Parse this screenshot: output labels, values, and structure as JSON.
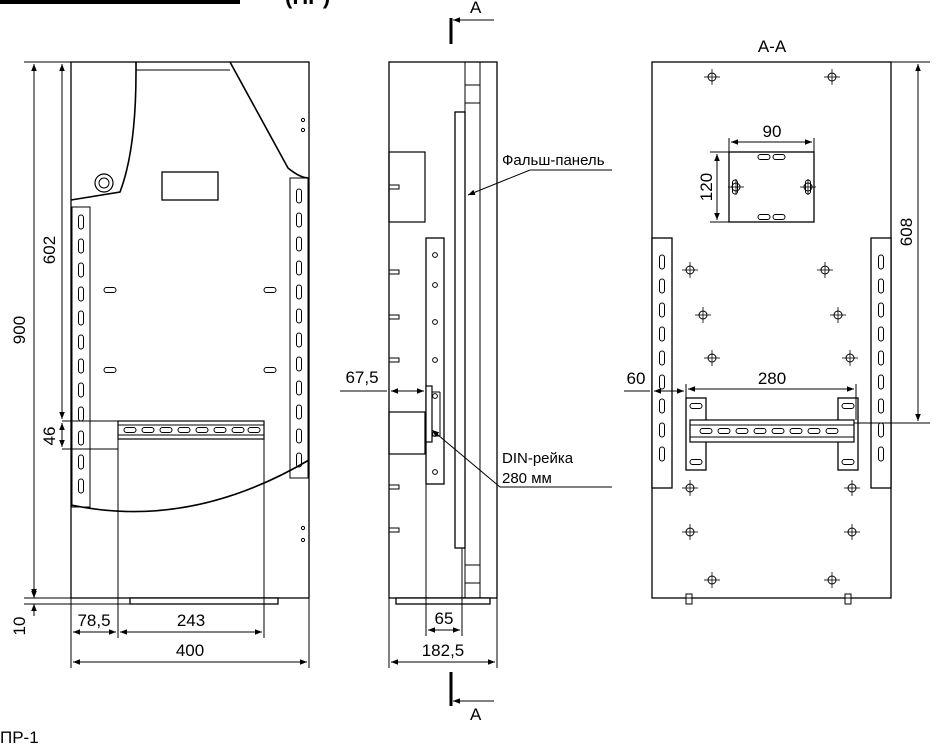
{
  "heading_fragment": "(ПР)",
  "section_marks": {
    "top": "А",
    "bottom": "А"
  },
  "section_title": "А-А",
  "front_view": {
    "dims": {
      "height_total": "900",
      "height_upper": "602",
      "rail_gap": "46",
      "base_gap": "10",
      "left_offset": "78,5",
      "rail_width": "243",
      "width_total": "400"
    }
  },
  "side_view": {
    "dims": {
      "rail_depth": "67,5",
      "panel_offset": "65",
      "depth_total": "182,5"
    },
    "labels": {
      "false_panel": "Фальш-панель",
      "din_rail_1": "DIN-рейка",
      "din_rail_2": "280 мм"
    }
  },
  "section_view": {
    "dims": {
      "box_width": "90",
      "box_height": "120",
      "height_608": "608",
      "left_60": "60",
      "rail_280": "280"
    }
  },
  "footer_code": "ПР-1"
}
